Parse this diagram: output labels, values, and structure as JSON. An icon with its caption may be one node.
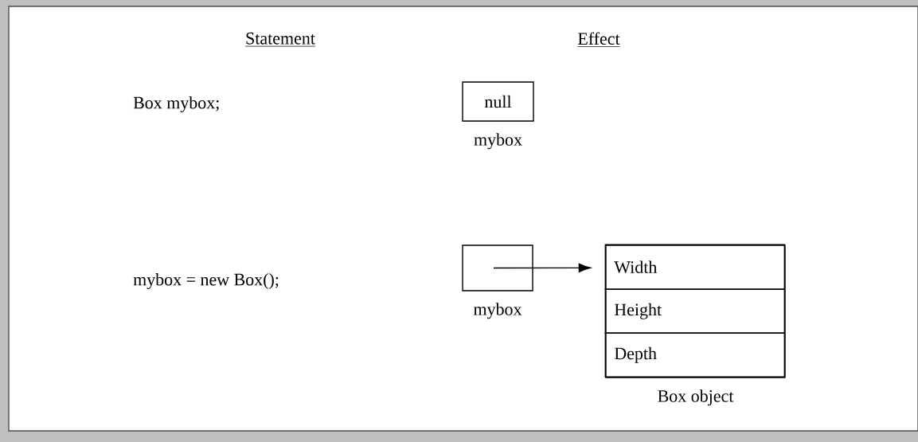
{
  "diagram": {
    "nodes": [
      {
        "text": [
          "null"
        ],
        "beside": [
          "mybox"
        ]
      },
      {
        "text": [],
        "shape": "box",
        "beside": [
          "mybox"
        ]
      },
      {
        "text": [],
        "shape": "box",
        "beside": [
          "Box object"
        ]
      },
      {
        "text": [
          "Width"
        ],
        "in": 2
      },
      {
        "text": [
          "Height"
        ],
        "in": 2
      },
      {
        "text": [
          "Depth"
        ],
        "in": 2
      }
    ],
    "edges": [
      {
        "from": 1,
        "to": 2,
        "arrow": "to"
      }
    ],
    "labels": [
      "Statement",
      "Effect",
      "Box mybox;",
      "mybox = new Box();"
    ]
  }
}
